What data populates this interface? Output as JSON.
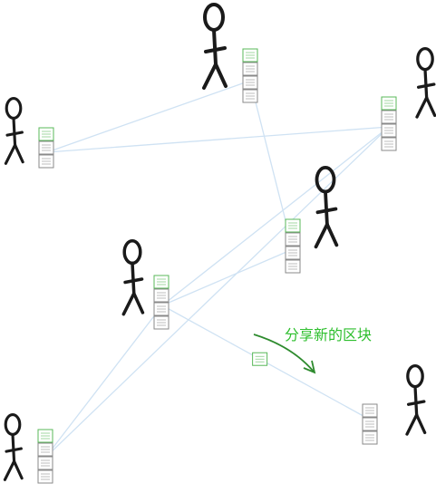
{
  "annotation": {
    "text": "分享新的区块"
  },
  "colors": {
    "network_link": "#cfe2f3",
    "figure": "#1a1a1a",
    "block_new": "#58b858",
    "block_old": "#8a8a8a",
    "annotation": "#2ebf2e",
    "arrow": "#2e8b2e"
  },
  "nodes": [
    {
      "id": "A",
      "figure": "stick-figure",
      "blocks": 3,
      "new_block": true
    },
    {
      "id": "B",
      "figure": "stick-figure",
      "blocks": 4,
      "new_block": true
    },
    {
      "id": "C",
      "figure": "stick-figure",
      "blocks": 4,
      "new_block": true
    },
    {
      "id": "D",
      "figure": "stick-figure",
      "blocks": 4,
      "new_block": true
    },
    {
      "id": "E",
      "figure": "stick-figure",
      "blocks": 4,
      "new_block": true
    },
    {
      "id": "F",
      "figure": "stick-figure",
      "blocks": 4,
      "new_block": true
    },
    {
      "id": "G",
      "figure": "stick-figure",
      "blocks": 3,
      "new_block": false
    }
  ],
  "links": [
    [
      "A",
      "C"
    ],
    [
      "A",
      "B"
    ],
    [
      "B",
      "D"
    ],
    [
      "E",
      "D"
    ],
    [
      "C",
      "E"
    ],
    [
      "C",
      "F"
    ],
    [
      "E",
      "F"
    ],
    [
      "E",
      "G"
    ]
  ],
  "traveling_block": {
    "from": "E",
    "to": "G"
  }
}
